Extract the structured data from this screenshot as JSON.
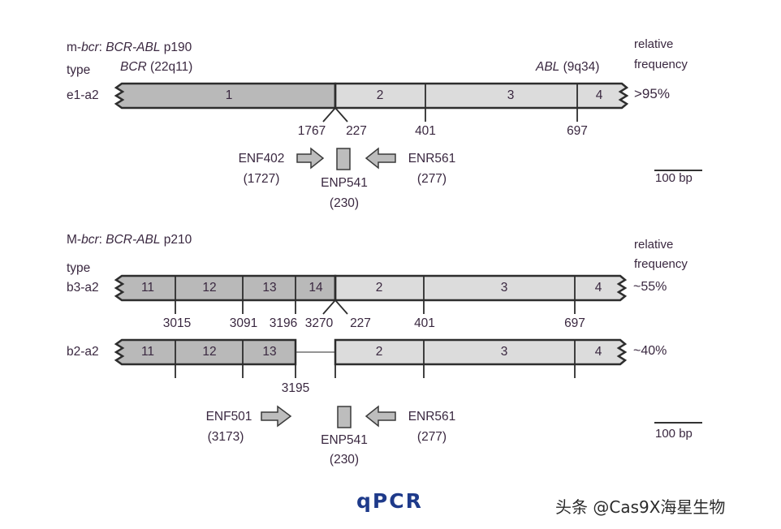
{
  "colors": {
    "bcr_fill": "#b9b9b9",
    "abl_fill": "#dcdcdc",
    "outline": "#2d2d2d",
    "text": "#3a2840",
    "qpcr_label": "#1e3a8a",
    "primer_fill": "#bdbdbd"
  },
  "panel_top": {
    "title_prefix": "m-",
    "title_region": "bcr",
    "title_colon": ": ",
    "title_gene": "BCR-ABL",
    "title_protein": " p190",
    "type_label": "type",
    "bcr_gene": "BCR",
    "bcr_locus": " (22q11)",
    "abl_gene": "ABL",
    "abl_locus": " (9q34)",
    "freq_header_1": "relative",
    "freq_header_2": "frequency",
    "transcripts": [
      {
        "name": "e1-a2",
        "frequency": ">95%",
        "exons": [
          {
            "label": "1",
            "gene": "BCR"
          },
          {
            "label": "2",
            "gene": "ABL"
          },
          {
            "label": "3",
            "gene": "ABL"
          },
          {
            "label": "4",
            "gene": "ABL"
          }
        ],
        "positions": [
          "1767",
          "227",
          "401",
          "697"
        ]
      }
    ],
    "primers": {
      "forward": {
        "name": "ENF402",
        "position": "(1727)"
      },
      "probe": {
        "name": "ENP541",
        "position": "(230)"
      },
      "reverse": {
        "name": "ENR561",
        "position": "(277)"
      }
    },
    "scale_bar": "100 bp"
  },
  "panel_bottom": {
    "title_prefix": "M-",
    "title_region": "bcr",
    "title_colon": ": ",
    "title_gene": "BCR-ABL",
    "title_protein": " p210",
    "type_label": "type",
    "freq_header_1": "relative",
    "freq_header_2": "frequency",
    "transcripts": [
      {
        "name": "b3-a2",
        "frequency": "~55%",
        "exons": [
          {
            "label": "11",
            "gene": "BCR"
          },
          {
            "label": "12",
            "gene": "BCR"
          },
          {
            "label": "13",
            "gene": "BCR"
          },
          {
            "label": "14",
            "gene": "BCR"
          },
          {
            "label": "2",
            "gene": "ABL"
          },
          {
            "label": "3",
            "gene": "ABL"
          },
          {
            "label": "4",
            "gene": "ABL"
          }
        ],
        "positions": [
          "3015",
          "3091",
          "3196",
          "3270",
          "227",
          "401",
          "697"
        ]
      },
      {
        "name": "b2-a2",
        "frequency": "~40%",
        "exons": [
          {
            "label": "11",
            "gene": "BCR"
          },
          {
            "label": "12",
            "gene": "BCR"
          },
          {
            "label": "13",
            "gene": "BCR"
          },
          {
            "label": "2",
            "gene": "ABL"
          },
          {
            "label": "3",
            "gene": "ABL"
          },
          {
            "label": "4",
            "gene": "ABL"
          }
        ],
        "positions": [
          "3195"
        ]
      }
    ],
    "primers": {
      "forward": {
        "name": "ENF501",
        "position": "(3173)"
      },
      "probe": {
        "name": "ENP541",
        "position": "(230)"
      },
      "reverse": {
        "name": "ENR561",
        "position": "(277)"
      }
    },
    "scale_bar": "100 bp"
  },
  "caption": "qPCR",
  "watermark": "头条 @Cas9X海星生物"
}
